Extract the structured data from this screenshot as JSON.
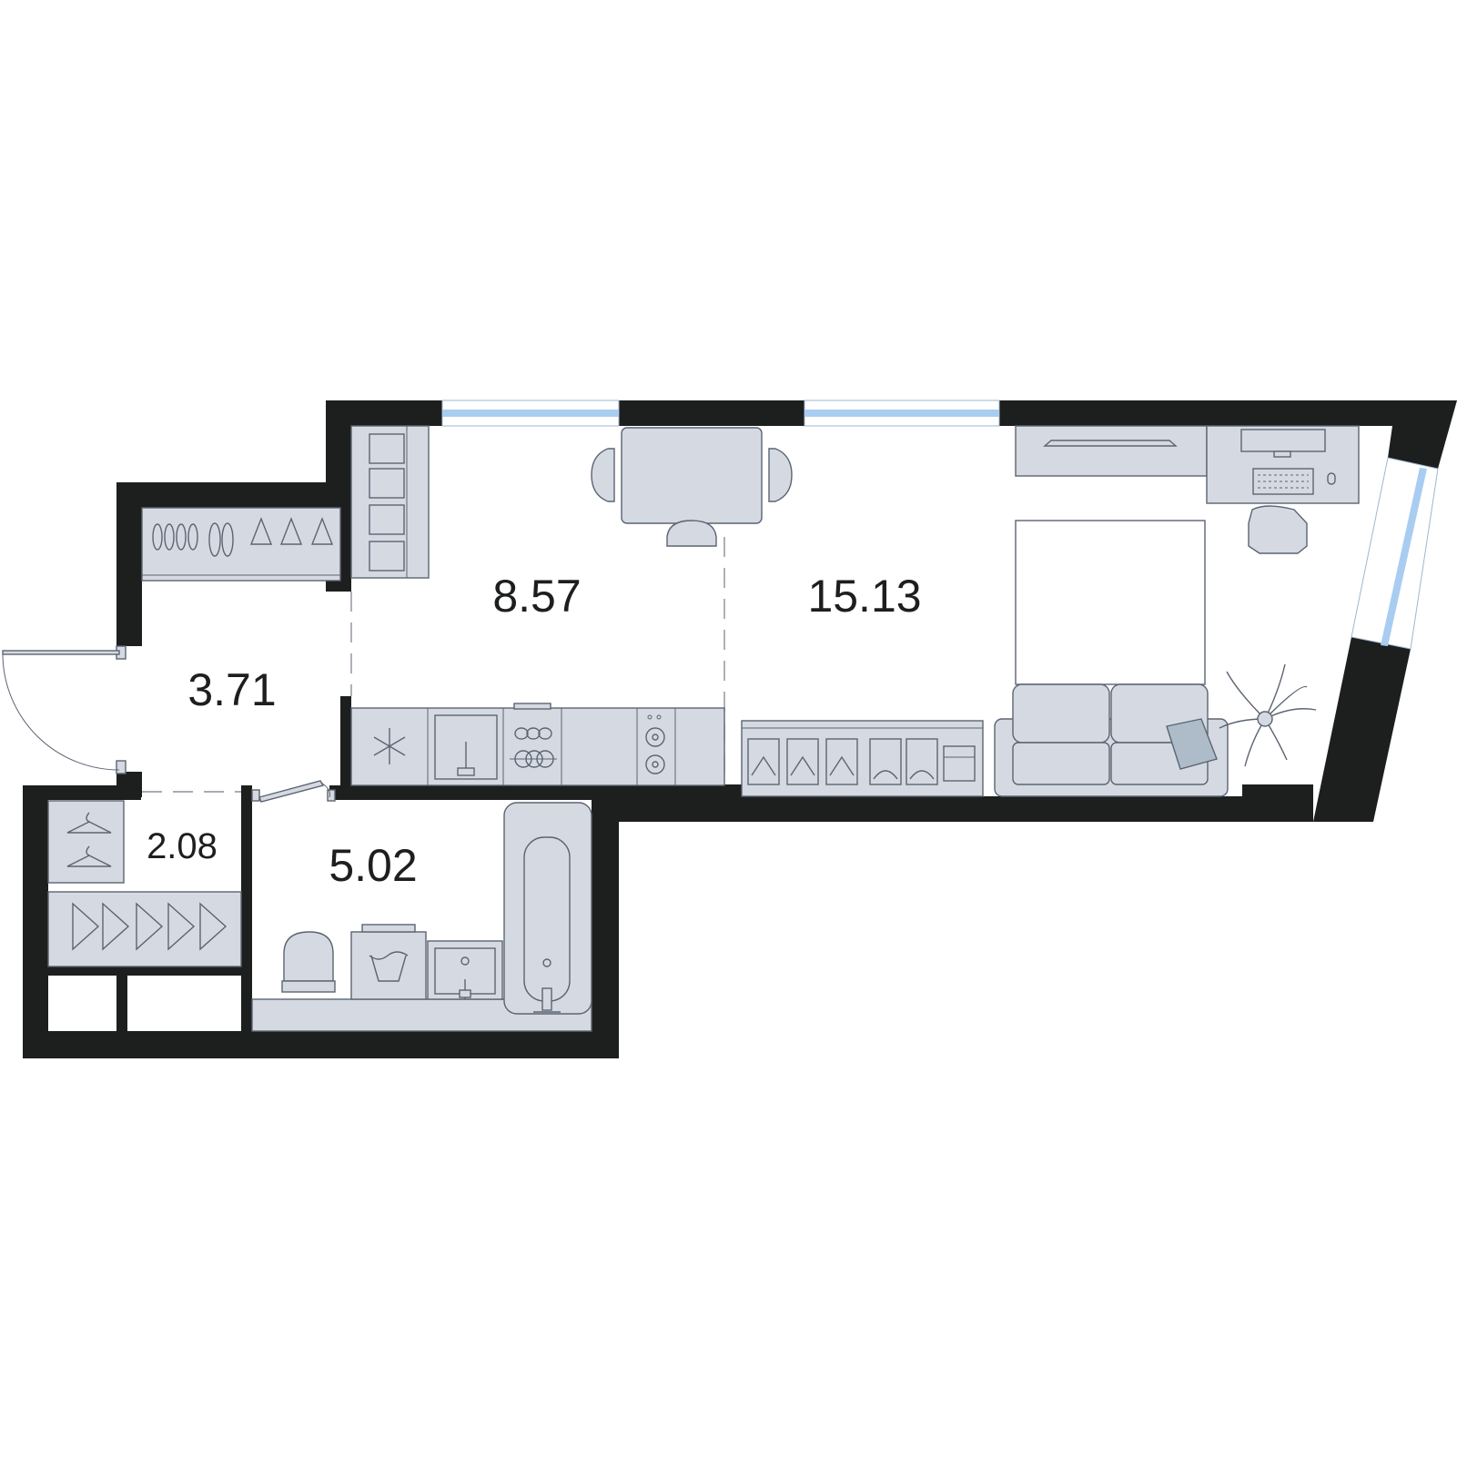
{
  "rooms": [
    {
      "id": "hallway",
      "area": "3.71"
    },
    {
      "id": "wardrobe",
      "area": "2.08"
    },
    {
      "id": "bathroom",
      "area": "5.02"
    },
    {
      "id": "kitchen",
      "area": "8.57"
    },
    {
      "id": "living",
      "area": "15.13"
    }
  ],
  "colors": {
    "wall": "#1d1e1e",
    "furniture_fill": "#d5dae2",
    "furniture_stroke": "#5b6472",
    "window_glass": "#a9cdf1"
  },
  "icons": [
    "snowflake-icon",
    "hanger-icon",
    "shoe-icon",
    "plant-icon",
    "laundry-icon"
  ]
}
